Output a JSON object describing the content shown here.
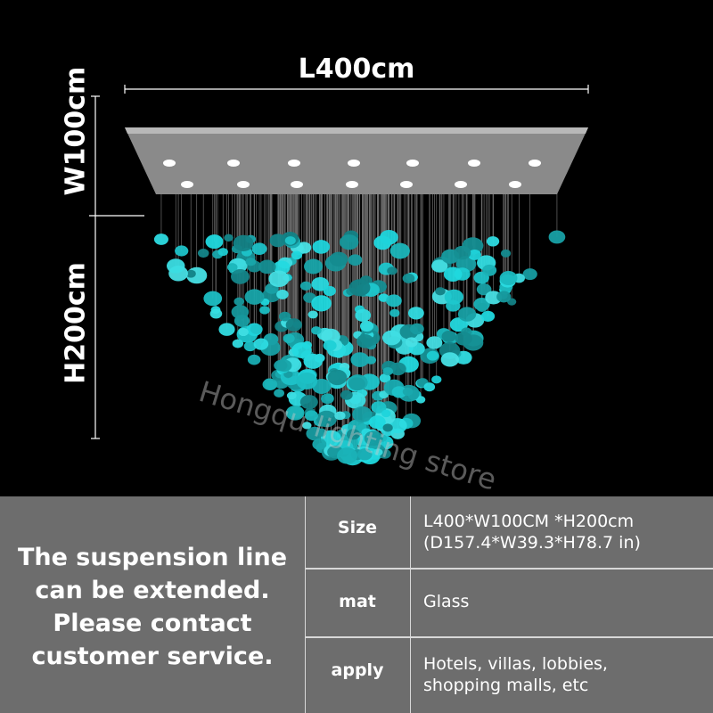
{
  "dimensions": {
    "length": "L400cm",
    "width": "W100cm",
    "height": "H200cm"
  },
  "watermark": "Hongqu lighting store",
  "colors": {
    "glass": "#1fa8a8",
    "panel": "#6d6d6d",
    "background": "#000000"
  },
  "notice": [
    "The suspension line",
    "can be extended.",
    "Please contact",
    "customer service."
  ],
  "specs": [
    {
      "key": "Size",
      "lines": [
        "L400*W100CM *H200cm",
        "(D157.4*W39.3*H78.7 in)"
      ]
    },
    {
      "key": "mat",
      "lines": [
        "Glass"
      ]
    },
    {
      "key": "apply",
      "lines": [
        "Hotels, villas, lobbies,",
        "shopping malls, etc"
      ]
    }
  ]
}
